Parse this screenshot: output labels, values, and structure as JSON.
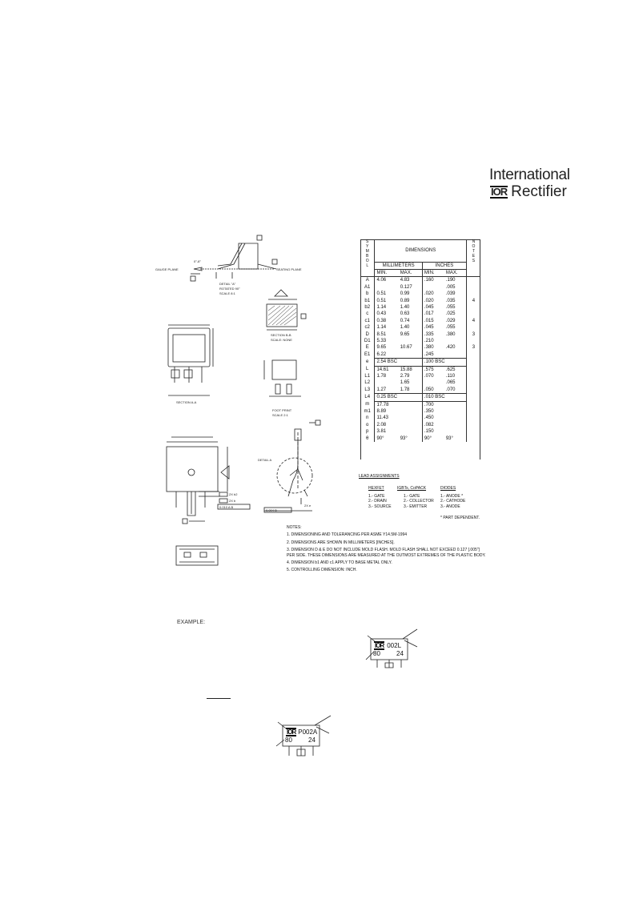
{
  "brand": {
    "line1": "International",
    "logo": "IOR",
    "line2": "Rectifier"
  },
  "drawing_labels": {
    "gauge_plane": "GAUGE PLANE",
    "seating_plane": "SEATING PLANE",
    "angle": "0°-8°",
    "detail_a": "DETAIL \"A\"",
    "rotated": "ROTATED 90°",
    "scale_detail": "SCALE 8:1",
    "section_bb": "SECTION B-B",
    "scale_none": "SCALE: NONE",
    "section_aa": "SECTION A-A",
    "foot_print": "FOOT PRINT",
    "scale_fp": "SCALE 2:1",
    "detail_a2": "DETAIL A",
    "dim_2x_b2": "2X b2",
    "dim_2x_b": "2X b",
    "tol": "0.010 A B",
    "dim_2x_e": "2X e",
    "tol2": "0.004 B"
  },
  "table": {
    "symbol_header": [
      "S",
      "Y",
      "M",
      "B",
      "O",
      "L"
    ],
    "dimensions_header": "DIMENSIONS",
    "mm_header": "MILLIMETERS",
    "in_header": "INCHES",
    "min": "MIN.",
    "max": "MAX.",
    "notes_header": [
      "N",
      "O",
      "T",
      "E",
      "S"
    ],
    "rows": [
      [
        "A",
        "4.06",
        "4.83",
        ".160",
        ".190",
        ""
      ],
      [
        "A1",
        "",
        "0.127",
        "",
        ".005",
        ""
      ],
      [
        "b",
        "0.51",
        "0.99",
        ".020",
        ".039",
        ""
      ],
      [
        "b1",
        "0.51",
        "0.89",
        ".020",
        ".035",
        "4"
      ],
      [
        "b2",
        "1.14",
        "1.40",
        ".045",
        ".055",
        ""
      ],
      [
        "c",
        "0.43",
        "0.63",
        ".017",
        ".025",
        ""
      ],
      [
        "c1",
        "0.38",
        "0.74",
        ".015",
        ".029",
        "4"
      ],
      [
        "c2",
        "1.14",
        "1.40",
        ".045",
        ".055",
        ""
      ],
      [
        "D",
        "8.51",
        "9.65",
        ".335",
        ".380",
        "3"
      ],
      [
        "D1",
        "5.33",
        "",
        ".210",
        "",
        ""
      ],
      [
        "E",
        "9.65",
        "10.67",
        ".380",
        ".420",
        "3"
      ],
      [
        "E1",
        "6.22",
        "",
        ".245",
        "",
        ""
      ],
      [
        "e",
        "2.54 BSC",
        "",
        ".100 BSC",
        "",
        ""
      ],
      [
        "L",
        "14.61",
        "15.88",
        ".575",
        ".625",
        ""
      ],
      [
        "L1",
        "1.78",
        "2.79",
        ".070",
        ".110",
        ""
      ],
      [
        "L2",
        "",
        "1.65",
        "",
        ".065",
        ""
      ],
      [
        "L3",
        "1.27",
        "1.78",
        ".050",
        ".070",
        ""
      ],
      [
        "L4",
        "0.25 BSC",
        "",
        ".010 BSC",
        "",
        ""
      ],
      [
        "m",
        "17.78",
        "",
        ".700",
        "",
        ""
      ],
      [
        "m1",
        "8.89",
        "",
        ".350",
        "",
        ""
      ],
      [
        "n",
        "11.43",
        "",
        ".450",
        "",
        ""
      ],
      [
        "o",
        "2.08",
        "",
        ".082",
        "",
        ""
      ],
      [
        "p",
        "3.81",
        "",
        ".150",
        "",
        ""
      ],
      [
        "θ",
        "90°",
        "93°",
        "90°",
        "93°",
        ""
      ]
    ]
  },
  "lead_assignments": {
    "title": "LEAD ASSIGNMENTS",
    "hexfet": {
      "title": "HEXFET",
      "items": [
        "1.- GATE",
        "2.- DRAIN",
        "3.- SOURCE"
      ]
    },
    "igbt": {
      "title": "IGBTs, CoPACK",
      "items": [
        "1.- GATE",
        "2.- COLLECTOR",
        "3.- EMITTER"
      ]
    },
    "diodes": {
      "title": "DIODES",
      "items": [
        "1.- ANODE *",
        "2.- CATHODE",
        "3.- ANODE"
      ]
    },
    "footnote": "* PART DEPENDENT."
  },
  "notes": {
    "title": "NOTES:",
    "items": [
      "1. DIMENSIONING AND TOLERANCING PER ASME Y14.5M-1994",
      "2. DIMENSIONS ARE SHOWN IN MILLIMETERS [INCHES].",
      "3. DIMENSION D & E DO NOT INCLUDE MOLD FLASH. MOLD FLASH SHALL NOT EXCEED 0.127 [.005\"]",
      "   PER SIDE. THESE DIMENSIONS ARE MEASURED AT THE OUTMOST EXTREMES OF THE PLASTIC BODY.",
      "4. DIMENSION b1 AND c1 APPLY TO BASE METAL ONLY.",
      "5. CONTROLLING DIMENSION: INCH."
    ]
  },
  "example": {
    "label": "EXAMPLE:",
    "chip1": {
      "code": "002L",
      "left": "80",
      "right": "24"
    },
    "chip2": {
      "code": "P002A",
      "left": "80",
      "right": "24"
    }
  }
}
